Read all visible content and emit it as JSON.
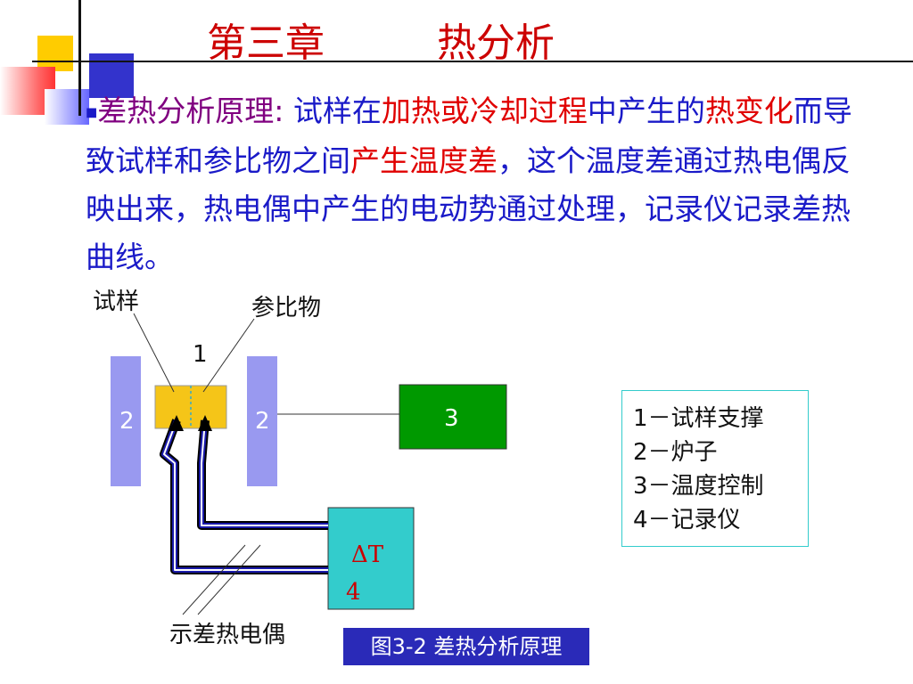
{
  "slide": {
    "title_part1": "第三章",
    "title_part2": "热分析",
    "bullet": "■",
    "lead": "差热分析原理:",
    "segments": [
      {
        "text": " 试样在",
        "red": false
      },
      {
        "text": "加热或冷却过程",
        "red": true
      },
      {
        "text": "中产生的",
        "red": false
      },
      {
        "text": "热变化",
        "red": true
      },
      {
        "text": "而导致试样和参比物之间",
        "red": false
      },
      {
        "text": "产生温度差",
        "red": true
      },
      {
        "text": "，这个温度差通过热电偶反映出来，热电偶中产生的电动势通过处理，记录仪记录差热曲线。",
        "red": false
      }
    ]
  },
  "diagram": {
    "label_sample": "试样",
    "label_reference": "参比物",
    "label_support_num": "1",
    "label_furnace_left": "2",
    "label_furnace_right": "2",
    "label_temp_control": "3",
    "label_recorder_line1": "ΔT",
    "label_recorder_line2": "4",
    "label_thermocouple": "示差热电偶",
    "legend": [
      "1－试样支撑",
      "2－炉子",
      "3－温度控制",
      "4－记录仪"
    ],
    "caption": "图3-2 差热分析原理",
    "colors": {
      "furnace": "#9999f0",
      "support": "#f5c518",
      "temp_control": "#009900",
      "recorder": "#33cccc",
      "wire_outer": "#000000",
      "wire_inner": "#1a1aaa",
      "caption_bg": "#2a2ab8"
    }
  }
}
